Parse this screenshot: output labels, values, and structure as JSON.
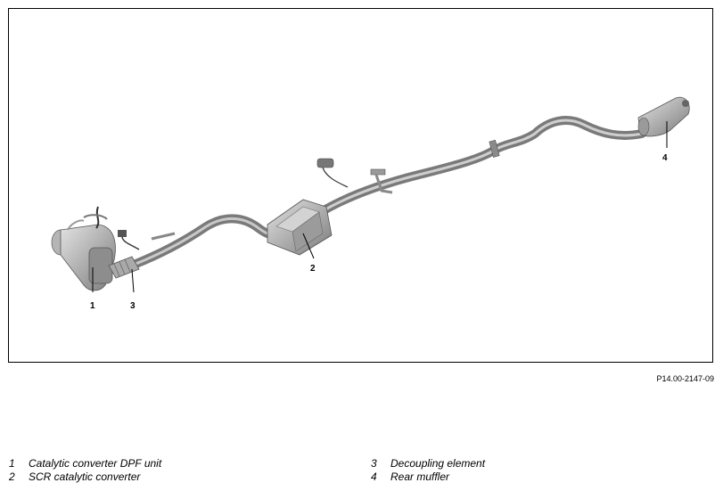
{
  "figure": {
    "id": "P14.00-2147-09",
    "callouts": [
      "1",
      "2",
      "3",
      "4"
    ]
  },
  "legend": [
    {
      "number": "1",
      "label": "Catalytic converter DPF unit"
    },
    {
      "number": "2",
      "label": "SCR catalytic converter"
    },
    {
      "number": "3",
      "label": "Decoupling element"
    },
    {
      "number": "4",
      "label": "Rear muffler"
    }
  ],
  "colors": {
    "pipe": "#8f8f8f",
    "pipe_highlight": "#cfcfcf",
    "component_light": "#d7d7d7",
    "component_dark": "#8a8a8a",
    "frame": "#000000"
  }
}
